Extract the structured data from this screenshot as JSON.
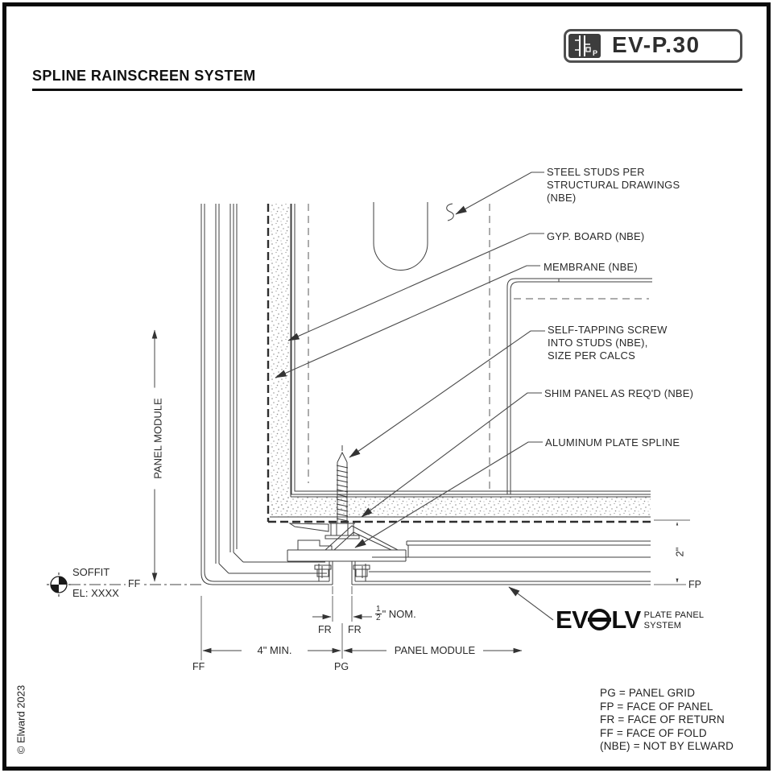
{
  "page": {
    "title": "SPLINE RAINSCREEN SYSTEM",
    "copyright": "© Elward 2023"
  },
  "badge": {
    "text": "EV-P.30"
  },
  "callouts": [
    {
      "lines": [
        "STEEL STUDS PER",
        "STRUCTURAL DRAWINGS",
        "(NBE)"
      ]
    },
    {
      "lines": [
        "GYP. BOARD (NBE)"
      ]
    },
    {
      "lines": [
        "MEMBRANE (NBE)"
      ]
    },
    {
      "lines": [
        "SELF-TAPPING SCREW",
        "INTO STUDS (NBE),",
        "SIZE PER CALCS"
      ]
    },
    {
      "lines": [
        "SHIM PANEL AS REQ'D (NBE)"
      ]
    },
    {
      "lines": [
        "ALUMINUM PLATE SPLINE"
      ]
    }
  ],
  "dimensions": {
    "panel_module_vertical": "PANEL MODULE",
    "two_inch": "2\"",
    "half_nom": {
      "num": "1",
      "den": "2",
      "rest": "\" NOM."
    },
    "four_min": "4\" MIN.",
    "panel_module_horizontal": "PANEL MODULE"
  },
  "labels": {
    "soffit": "SOFFIT",
    "elevation": "EL: XXXX",
    "ff_level": "FF",
    "ff_bottom": "FF",
    "fr_left": "FR",
    "fr_right": "FR",
    "pg": "PG",
    "fp": "FP"
  },
  "logo": {
    "ev": "EV",
    "lv": "LV",
    "sub1": "PLATE PANEL",
    "sub2": "SYSTEM"
  },
  "legend": [
    "PG = PANEL GRID",
    "FP = FACE OF PANEL",
    "FR = FACE OF RETURN",
    "FF = FACE OF FOLD",
    "(NBE) = NOT BY ELWARD"
  ]
}
